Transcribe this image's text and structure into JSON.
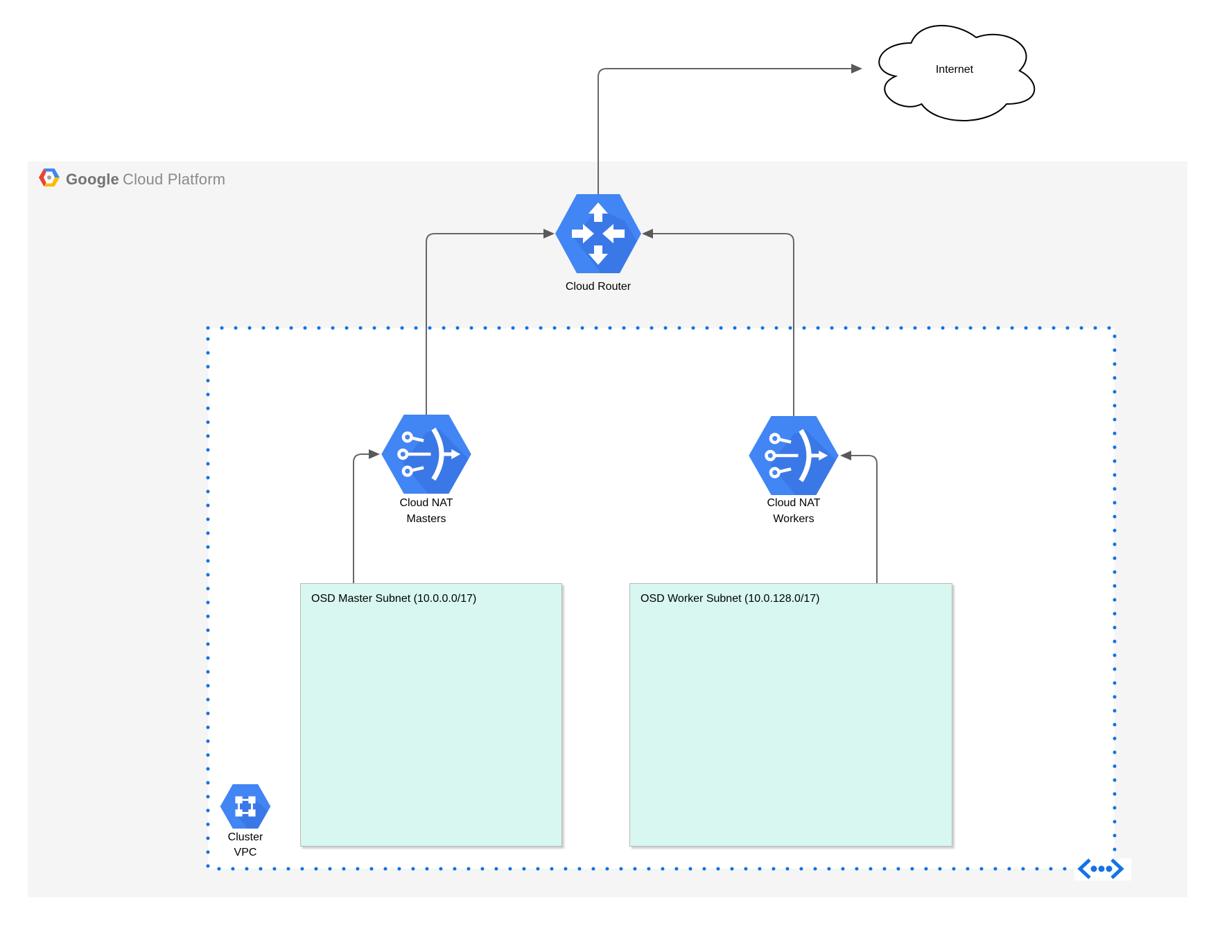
{
  "header": {
    "logo_google": "Google",
    "logo_rest": "Cloud Platform"
  },
  "diagram": {
    "internet": {
      "label": "Internet"
    },
    "cloud_router": {
      "label": "Cloud Router"
    },
    "cloud_nat_masters": {
      "line1": "Cloud NAT",
      "line2": "Masters"
    },
    "cloud_nat_workers": {
      "line1": "Cloud NAT",
      "line2": "Workers"
    },
    "cluster_vpc": {
      "line1": "Cluster",
      "line2": "VPC"
    },
    "master_subnet": {
      "label": "OSD Master Subnet (10.0.0.0/17)"
    },
    "worker_subnet": {
      "label": "OSD Worker Subnet (10.0.128.0/17)"
    }
  },
  "colors": {
    "node_blue": "#4285f4",
    "node_shadow_blue": "#2a56c6",
    "subnet_fill": "#d7f7f0",
    "vpc_border_blue": "#1273e6",
    "connector_gray": "#666666",
    "arrowhead_gray": "#595959",
    "canvas_gray": "#f5f5f5"
  }
}
